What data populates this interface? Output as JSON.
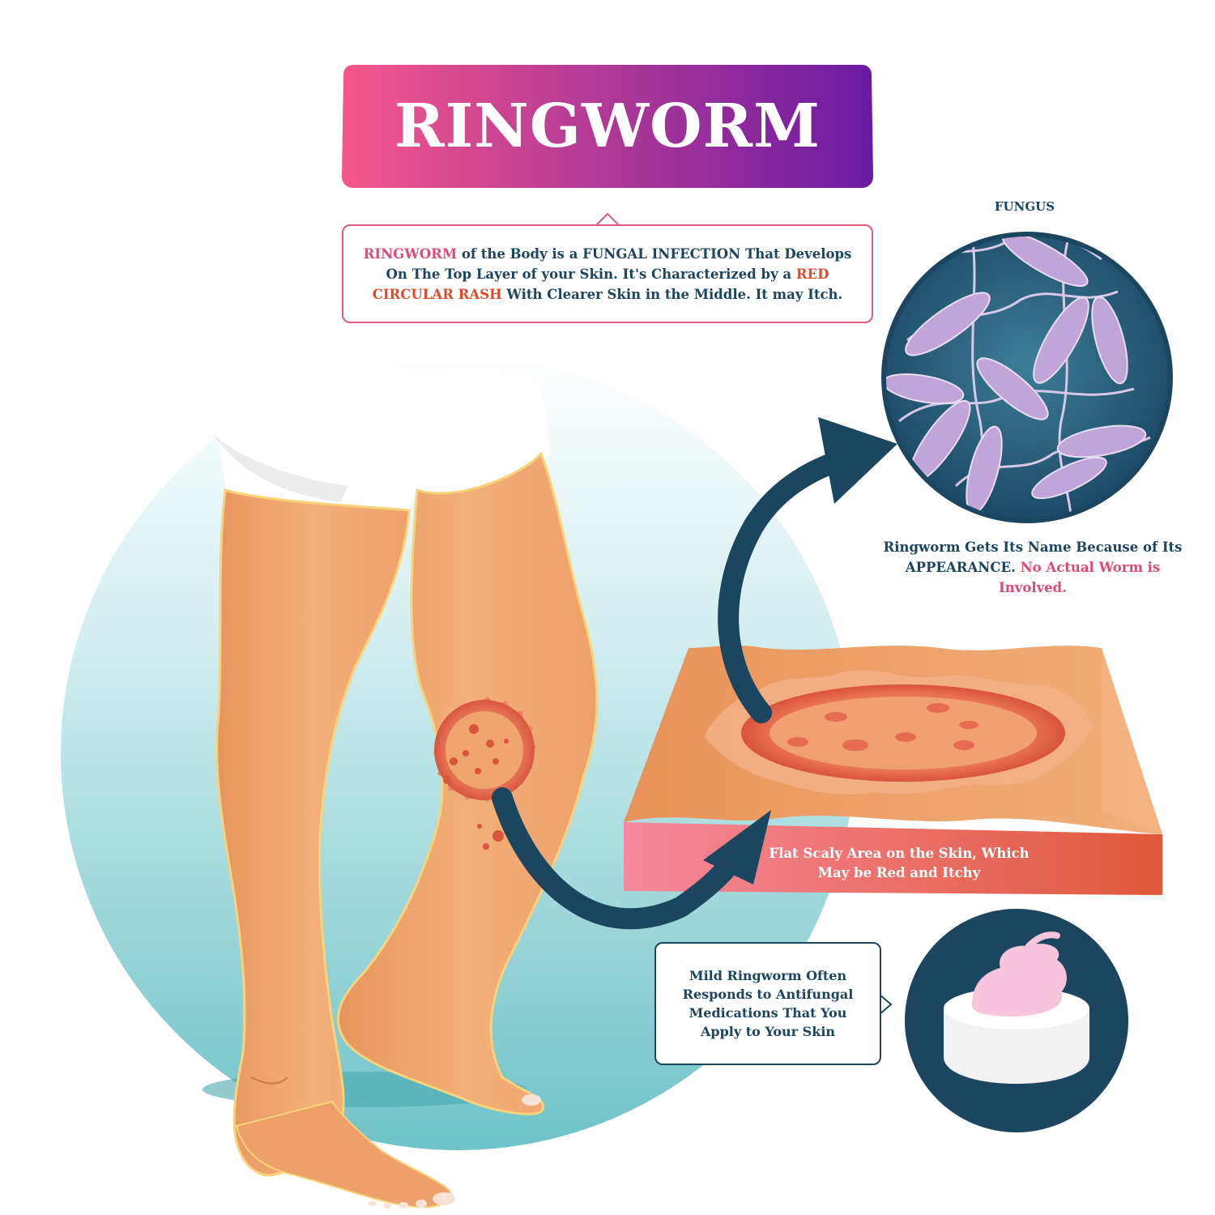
{
  "title": "RINGWORM",
  "description": {
    "part1_highlight": "RINGWORM",
    "part2": " of the Body is a FUNGAL INFECTION That Develops On The Top Layer of your Skin. It's Characterized by a ",
    "part3_highlight": "RED CIRCULAR RASH",
    "part4": " With Clearer Skin in the Middle. It may Itch."
  },
  "fungus_label": "FUNGUS",
  "name_note": {
    "part1": "Ringworm Gets Its Name Because of Its APPEARANCE. ",
    "part2_highlight": "No Actual Worm is Involved."
  },
  "skin_label": "Flat Scaly Area on the Skin, Which May be Red and Itchy",
  "treatment_note": "Mild Ringworm Often Responds to Antifungal Medications That You Apply to Your Skin",
  "colors": {
    "navy": "#1c4560",
    "pink": "#e14a72",
    "red": "#e04a2a",
    "skin": "#f0ad73",
    "banner_start": "#f5578a",
    "banner_end": "#6a1aa3"
  }
}
